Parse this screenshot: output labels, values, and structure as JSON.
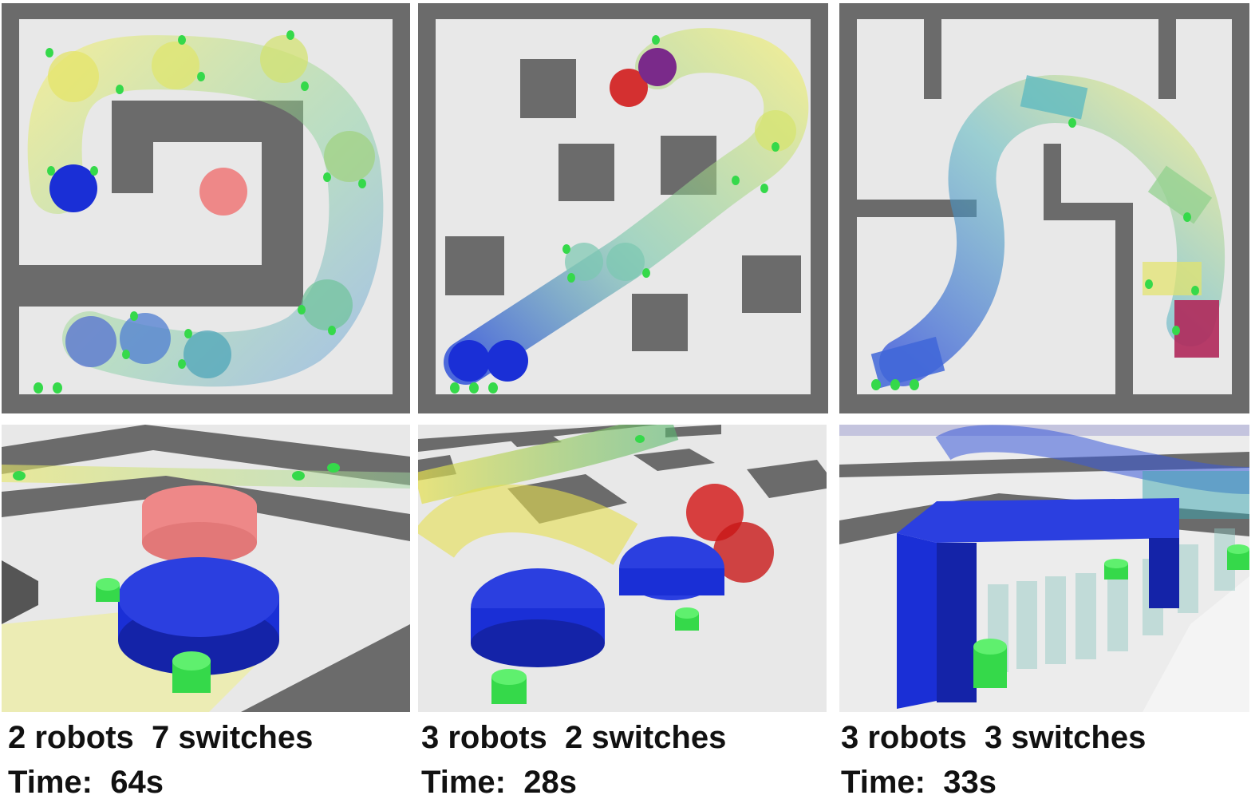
{
  "scenarios": [
    {
      "robots": "2 robots",
      "switches": "7 switches",
      "time_label": "Time:",
      "time_value": "64s"
    },
    {
      "robots": "3 robots",
      "switches": "2 switches",
      "time_label": "Time:",
      "time_value": "28s"
    },
    {
      "robots": "3 robots",
      "switches": "3 switches",
      "time_label": "Time:",
      "time_value": "33s"
    }
  ],
  "colors": {
    "wall": "#6b6b6b",
    "floor": "#e8e8e8",
    "robot_green": "#35d94a",
    "object_blue": "#1a2fd6",
    "goal_red": "#e23a3a",
    "trail_yellow": "#e8e860",
    "trail_teal": "#5bb8a8"
  }
}
